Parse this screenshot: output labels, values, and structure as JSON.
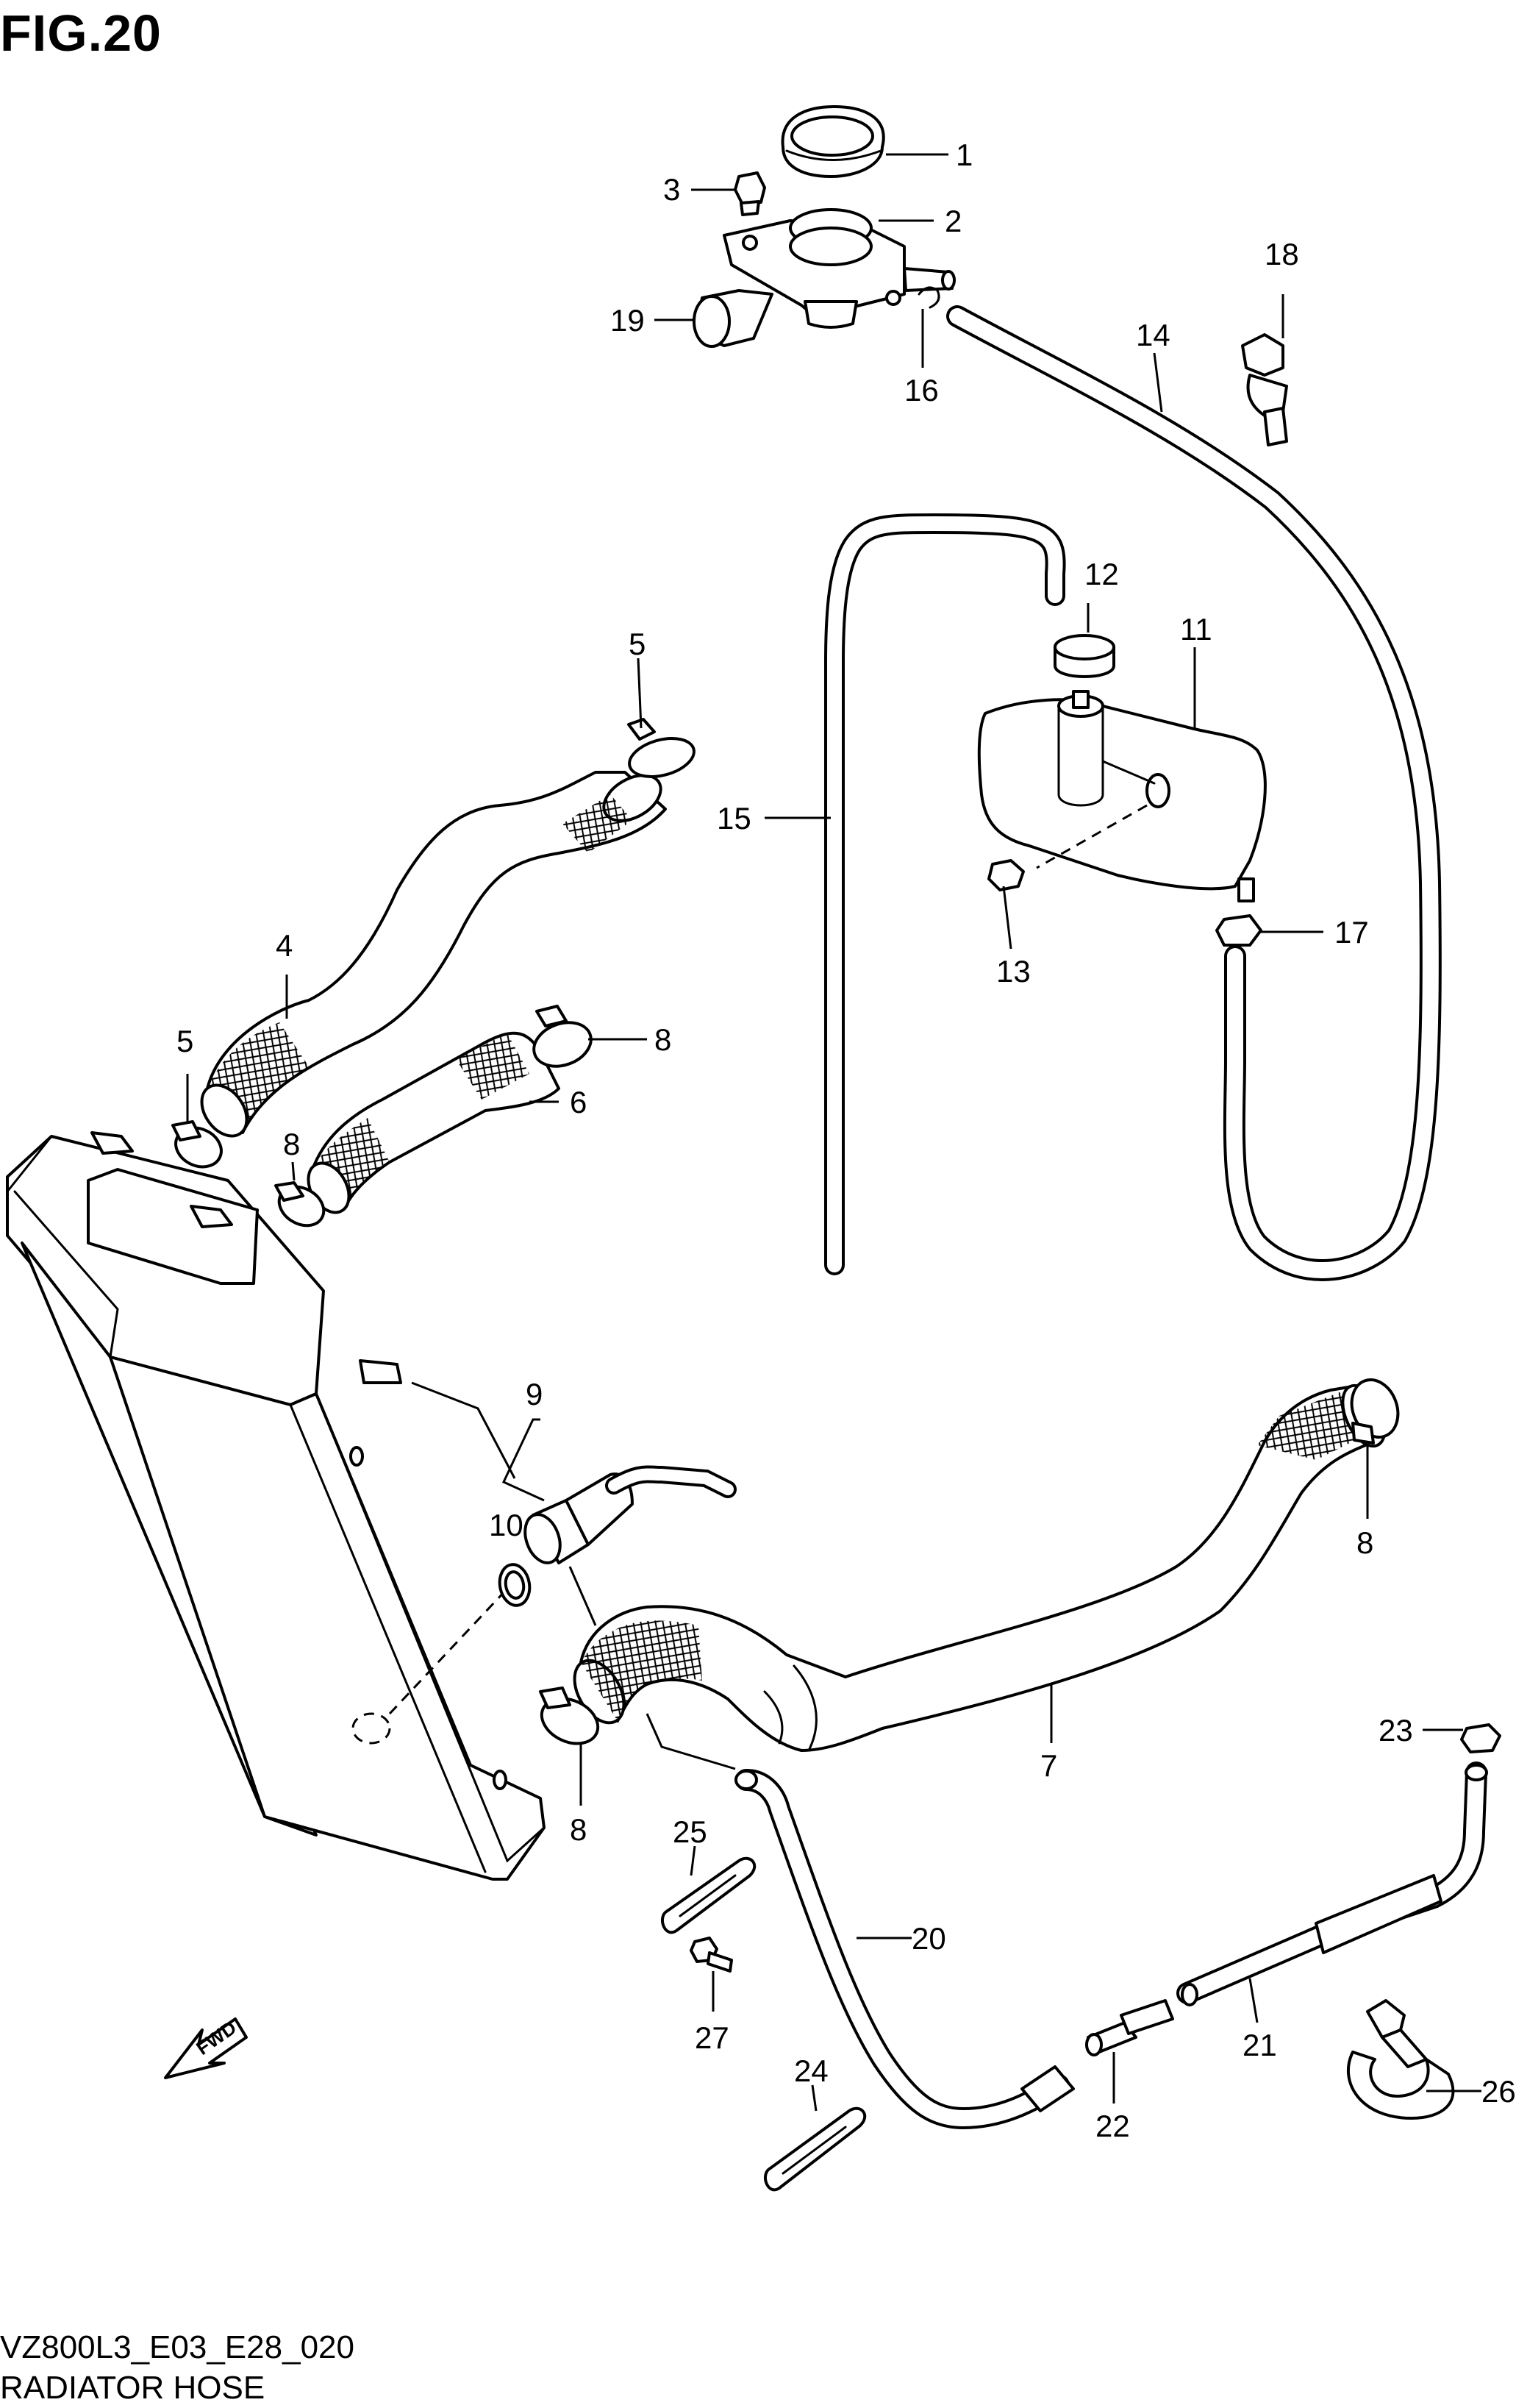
{
  "figure": {
    "title": "FIG.20",
    "code": "VZ800L3_E03_E28_020",
    "name": "RADIATOR HOSE",
    "fwd_label": "FWD"
  },
  "callouts": [
    {
      "id": "1",
      "label": "1"
    },
    {
      "id": "2",
      "label": "2"
    },
    {
      "id": "3",
      "label": "3"
    },
    {
      "id": "4",
      "label": "4"
    },
    {
      "id": "5a",
      "label": "5"
    },
    {
      "id": "5b",
      "label": "5"
    },
    {
      "id": "6",
      "label": "6"
    },
    {
      "id": "7",
      "label": "7"
    },
    {
      "id": "8a",
      "label": "8"
    },
    {
      "id": "8b",
      "label": "8"
    },
    {
      "id": "8c",
      "label": "8"
    },
    {
      "id": "8d",
      "label": "8"
    },
    {
      "id": "9",
      "label": "9"
    },
    {
      "id": "10",
      "label": "10"
    },
    {
      "id": "11",
      "label": "11"
    },
    {
      "id": "12",
      "label": "12"
    },
    {
      "id": "13",
      "label": "13"
    },
    {
      "id": "14",
      "label": "14"
    },
    {
      "id": "15",
      "label": "15"
    },
    {
      "id": "16",
      "label": "16"
    },
    {
      "id": "17",
      "label": "17"
    },
    {
      "id": "18",
      "label": "18"
    },
    {
      "id": "19",
      "label": "19"
    },
    {
      "id": "20",
      "label": "20"
    },
    {
      "id": "21",
      "label": "21"
    },
    {
      "id": "22",
      "label": "22"
    },
    {
      "id": "23",
      "label": "23"
    },
    {
      "id": "24",
      "label": "24"
    },
    {
      "id": "25",
      "label": "25"
    },
    {
      "id": "26",
      "label": "26"
    },
    {
      "id": "27",
      "label": "27"
    }
  ]
}
